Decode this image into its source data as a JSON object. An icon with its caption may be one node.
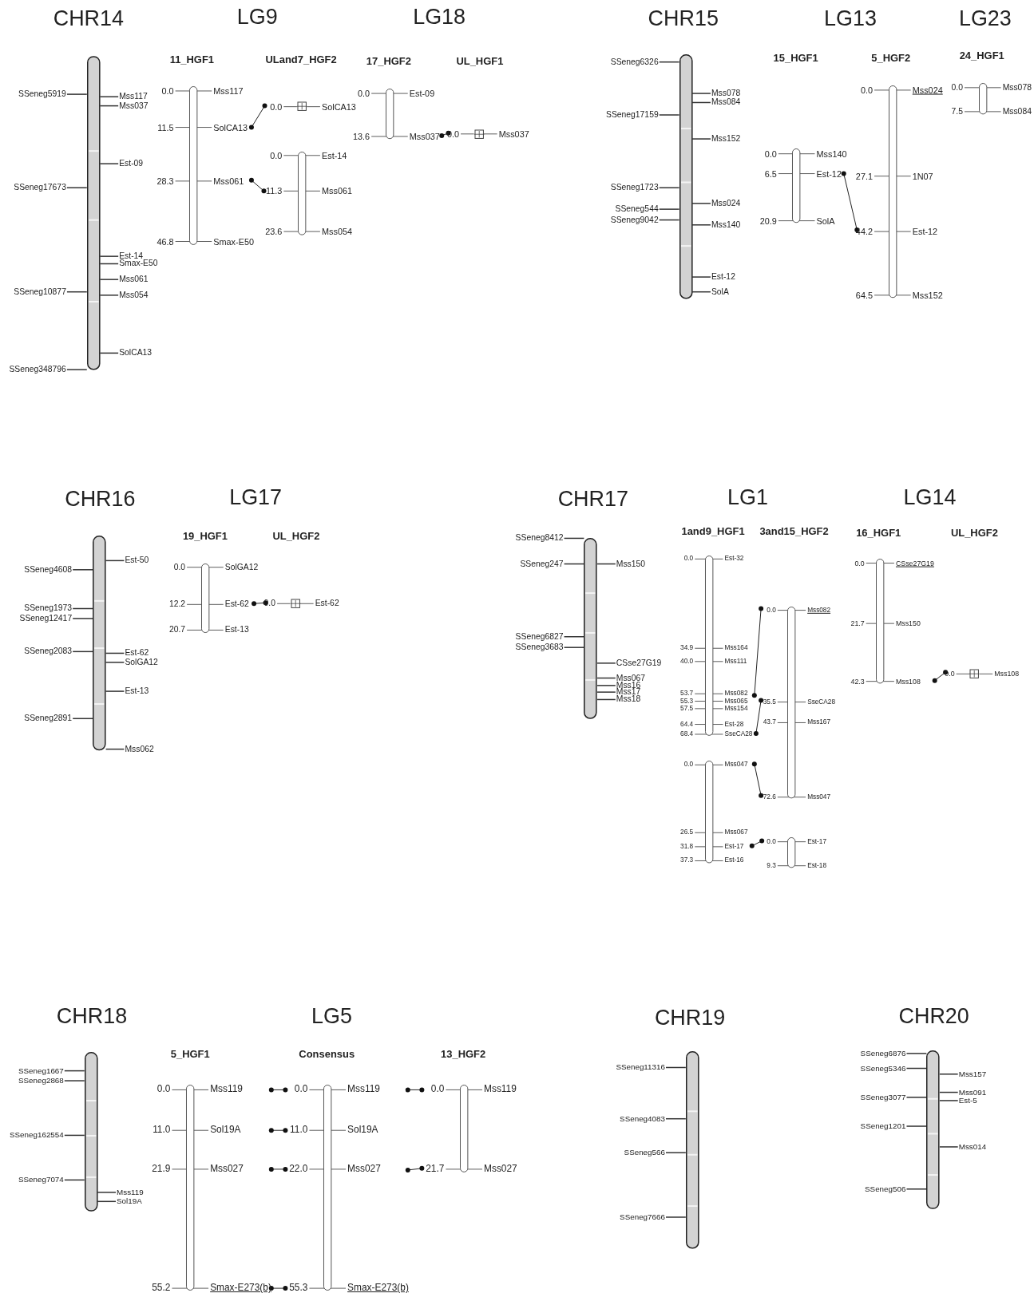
{
  "diagram": {
    "nodes": [
      {
        "text": [],
        "shape": "bar",
        "beside": [
          "CHR14",
          "SSeneg5919",
          "SSeneg17673",
          "SSeneg10877",
          "SSeneg348796",
          "Mss117",
          "Mss037",
          "Est-09",
          "Est-14",
          "Smax-E50",
          "Mss061",
          "Mss054",
          "SolCA13"
        ]
      },
      {
        "text": [],
        "shape": "bar",
        "beside": [
          "11_HGF1",
          "0.0",
          "Mss117",
          "11.5",
          "SolCA13",
          "28.3",
          "Mss061",
          "46.8",
          "Smax-E50"
        ]
      },
      {
        "text": [],
        "shape": "box",
        "beside": [
          "0.0",
          "SolCA13"
        ]
      },
      {
        "text": [],
        "shape": "bar",
        "beside": [
          "0.0",
          "Est-14",
          "11.3",
          "Mss061",
          "23.6",
          "Mss054"
        ]
      },
      {
        "text": [],
        "shape": "bar",
        "beside": [
          "17_HGF2",
          "0.0",
          "Est-09",
          "13.6",
          "Mss037"
        ]
      },
      {
        "text": [],
        "shape": "box",
        "beside": [
          "0.0",
          "Mss037"
        ]
      },
      {
        "text": [],
        "shape": "bar",
        "beside": [
          "CHR15",
          "SSeneg6326",
          "SSeneg17159",
          "SSeneg1723",
          "SSeneg544",
          "SSeneg9042",
          "Mss078",
          "Mss084",
          "Mss152",
          "Mss024",
          "Mss140",
          "Est-12",
          "SolA"
        ]
      },
      {
        "text": [],
        "shape": "bar",
        "beside": [
          "0.0",
          "Mss140",
          "6.5",
          "Est-12",
          "20.9",
          "SolA"
        ]
      },
      {
        "text": [],
        "shape": "bar",
        "beside": [
          "5_HGF2",
          "0.0",
          "Mss024",
          "27.1",
          "1N07",
          "44.2",
          "Est-12",
          "64.5",
          "Mss152"
        ]
      },
      {
        "text": [],
        "shape": "bar",
        "beside": [
          "24_HGF1",
          "0.0",
          "Mss078",
          "7.5",
          "Mss084"
        ]
      },
      {
        "text": [],
        "shape": "bar",
        "beside": [
          "CHR16",
          "SSeneg4608",
          "SSeneg1973",
          "SSeneg12417",
          "SSeneg2083",
          "SSeneg2891",
          "Est-50",
          "Est-62",
          "SolGA12",
          "Est-13",
          "Mss062"
        ]
      },
      {
        "text": [],
        "shape": "bar",
        "beside": [
          "19_HGF1",
          "0.0",
          "SolGA12",
          "12.2",
          "Est-62",
          "20.7",
          "Est-13"
        ]
      },
      {
        "text": [],
        "shape": "box",
        "beside": [
          "0.0",
          "Est-62"
        ]
      },
      {
        "text": [],
        "shape": "bar",
        "beside": [
          "CHR17",
          "SSeneg8412",
          "SSeneg247",
          "SSeneg6827",
          "SSeneg3683",
          "Mss150",
          "CSse27G19",
          "Mss067",
          "Mss16",
          "Mss17",
          "Mss18"
        ]
      },
      {
        "text": [],
        "shape": "bar",
        "beside": [
          "0.0",
          "Est-32",
          "34.9",
          "Mss164",
          "40.0",
          "Mss111",
          "53.7",
          "Mss082",
          "55.3",
          "Mss065",
          "57.5",
          "Mss154",
          "64.4",
          "Est-28",
          "68.4",
          "SseCA28"
        ]
      },
      {
        "text": [],
        "shape": "bar",
        "beside": [
          "0.0",
          "Mss047",
          "26.5",
          "Mss067",
          "31.8",
          "Est-17",
          "37.3",
          "Est-16"
        ]
      },
      {
        "text": [],
        "shape": "bar",
        "beside": [
          "0.0",
          "Mss082",
          "35.5",
          "SseCA28",
          "43.7",
          "Mss167",
          "72.6",
          "Mss047"
        ]
      },
      {
        "text": [],
        "shape": "bar",
        "beside": [
          "0.0",
          "Est-17",
          "9.3",
          "Est-18"
        ]
      },
      {
        "text": [],
        "shape": "bar",
        "beside": [
          "16_HGF1",
          "0.0",
          "CSse27G19",
          "21.7",
          "Mss150",
          "42.3",
          "Mss108"
        ]
      },
      {
        "text": [],
        "shape": "box",
        "beside": [
          "0.0",
          "Mss108"
        ]
      },
      {
        "text": [],
        "shape": "bar",
        "beside": [
          "CHR18",
          "SSeneg1667",
          "SSeneg2868",
          "SSeneg162554",
          "SSeneg7074",
          "Mss119",
          "Sol19A"
        ]
      },
      {
        "text": [],
        "shape": "bar",
        "beside": [
          "5_HGF1",
          "0.0",
          "Mss119",
          "11.0",
          "Sol19A",
          "21.9",
          "Mss027",
          "55.2",
          "Smax-E273(b)"
        ]
      },
      {
        "text": [],
        "shape": "bar",
        "beside": [
          "Consensus",
          "0.0",
          "Mss119",
          "11.0",
          "Sol19A",
          "22.0",
          "Mss027",
          "55.3",
          "Smax-E273(b)"
        ]
      },
      {
        "text": [],
        "shape": "bar",
        "beside": [
          "13_HGF2",
          "0.0",
          "Mss119",
          "21.7",
          "Mss027"
        ]
      },
      {
        "text": [],
        "shape": "bar",
        "beside": [
          "CHR19",
          "SSeneg11316",
          "SSeneg4083",
          "SSeneg566",
          "SSeneg7666"
        ]
      },
      {
        "text": [],
        "shape": "bar",
        "beside": [
          "CHR20",
          "SSeneg6876",
          "SSeneg5346",
          "SSeneg3077",
          "SSeneg1201",
          "SSeneg506",
          "Mss157",
          "Mss091",
          "Est-5",
          "Mss014"
        ]
      }
    ],
    "edges": [
      {
        "from": 1,
        "to": 2,
        "arrow": "other"
      },
      {
        "from": 1,
        "to": 3,
        "arrow": "other"
      },
      {
        "from": 4,
        "to": 5,
        "arrow": "other"
      },
      {
        "from": 7,
        "to": 8,
        "arrow": "other"
      },
      {
        "from": 11,
        "to": 12,
        "arrow": "other"
      },
      {
        "from": 14,
        "to": 16,
        "arrow": "other"
      },
      {
        "from": 14,
        "to": 16,
        "arrow": "other"
      },
      {
        "from": 15,
        "to": 16,
        "arrow": "other"
      },
      {
        "from": 15,
        "to": 17,
        "arrow": "other"
      },
      {
        "from": 18,
        "to": 19,
        "arrow": "other"
      },
      {
        "from": 21,
        "to": 22,
        "arrow": "other"
      },
      {
        "from": 21,
        "to": 22,
        "arrow": "other"
      },
      {
        "from": 21,
        "to": 22,
        "arrow": "other"
      },
      {
        "from": 21,
        "to": 22,
        "arrow": "other"
      },
      {
        "from": 22,
        "to": 23,
        "arrow": "other"
      },
      {
        "from": 22,
        "to": 23,
        "arrow": "other"
      }
    ],
    "labels": [
      "LG9",
      "LG18",
      "LG13",
      "LG23",
      "ULand7_HGF2",
      "UL_HGF1",
      "15_HGF1",
      "LG17",
      "LG1",
      "LG14",
      "UL_HGF2",
      "1and9_HGF1",
      "3and15_HGF2",
      "UL_HGF2",
      "LG5"
    ]
  }
}
